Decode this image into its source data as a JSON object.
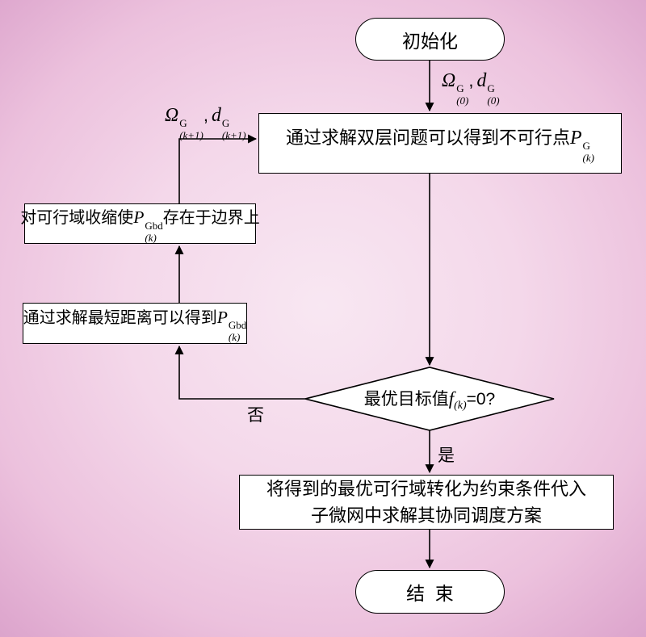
{
  "nodes": {
    "start": {
      "label": "初始化"
    },
    "bilevel": {
      "text": "通过求解双层问题可以得到不可行点",
      "var": "P",
      "sup": "G",
      "sub": "(k)"
    },
    "shrink": {
      "pre": "对可行域收缩使",
      "var": "P",
      "sup": "Gbd",
      "sub": "(k)",
      "post": "存在于边界上"
    },
    "shortest": {
      "pre": "通过求解最短距离可以得到",
      "var": "P",
      "sup": "Gbd",
      "sub": "(k)"
    },
    "decision": {
      "pre": "最优目标值",
      "var": "f",
      "sub": "(k)",
      "post": "=0?"
    },
    "transform": {
      "line1": "将得到的最优可行域转化为约束条件代入",
      "line2": "子微网中求解其协同调度方案"
    },
    "end": {
      "label": "结束"
    }
  },
  "labels": {
    "yes": "是",
    "no": "否",
    "init": {
      "v1": "Ω",
      "sup1": "G",
      "sub1": "(0)",
      "sep": ",",
      "v2": "d",
      "sup2": "G",
      "sub2": "(0)"
    },
    "loop": {
      "v1": "Ω",
      "sup1": "G",
      "sub1": "(k+1)",
      "sep": ",",
      "v2": "d",
      "sup2": "G",
      "sub2": "(k+1)"
    }
  },
  "colors": {
    "background_center": "#f8e7f2",
    "background_edge": "#d69dc7",
    "node_fill": "#ffffff",
    "node_border": "#000000",
    "line": "#000000",
    "text": "#000000"
  }
}
